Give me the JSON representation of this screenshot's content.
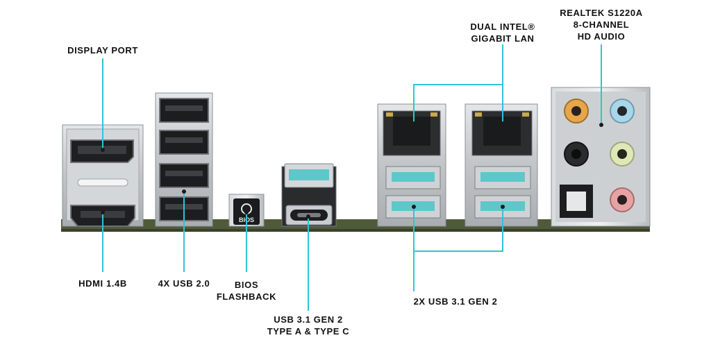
{
  "labels": {
    "display_port": "DISPLAY PORT",
    "hdmi": "HDMI 1.4B",
    "usb20": "4X USB 2.0",
    "bios": {
      "line1": "BIOS",
      "line2": "FLASHBACK"
    },
    "usb31_ac": {
      "line1": "USB 3.1 GEN 2",
      "line2": "TYPE A & TYPE C"
    },
    "usb31_2x": "2X USB 3.1 GEN 2",
    "lan": {
      "line1": "DUAL INTEL®",
      "line2": "GIGABIT LAN"
    },
    "audio": {
      "line1": "REALTEK S1220A",
      "line2": "8-CHANNEL",
      "line3": "HD AUDIO"
    }
  },
  "button_text": "BIOS",
  "colors": {
    "leader": "#2ec4d6",
    "usb31": "#5fc7c9",
    "pcb": "#4f5a3a",
    "shield": "#c9ccce"
  },
  "audio_jacks": [
    "orange",
    "light-blue",
    "black",
    "lime",
    "optical",
    "pink"
  ]
}
